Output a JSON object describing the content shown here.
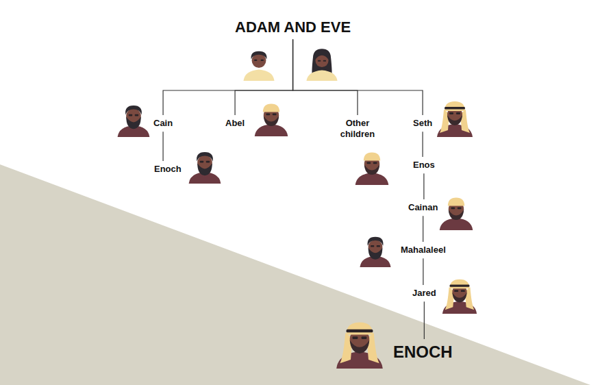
{
  "diagram": {
    "nodes": [
      {
        "text": [
          "ADAM AND EVE"
        ]
      },
      {
        "text": [
          "Cain"
        ]
      },
      {
        "text": [
          "Abel"
        ]
      },
      {
        "text": [
          "Other children"
        ]
      },
      {
        "text": [
          "Seth"
        ]
      },
      {
        "text": [
          "Enoch"
        ]
      },
      {
        "text": [
          "Enos"
        ]
      },
      {
        "text": [
          "Cainan"
        ]
      },
      {
        "text": [
          "Mahalaleel"
        ]
      },
      {
        "text": [
          "Jared"
        ]
      },
      {
        "text": [
          "ENOCH"
        ]
      }
    ],
    "edges": [
      {
        "from": 0,
        "to": 1,
        "arrow": "none"
      },
      {
        "from": 0,
        "to": 2,
        "arrow": "none"
      },
      {
        "from": 0,
        "to": 3,
        "arrow": "none"
      },
      {
        "from": 0,
        "to": 4,
        "arrow": "none"
      },
      {
        "from": 1,
        "to": 5,
        "arrow": "none"
      },
      {
        "from": 4,
        "to": 6,
        "arrow": "none"
      },
      {
        "from": 6,
        "to": 7,
        "arrow": "none"
      },
      {
        "from": 7,
        "to": 8,
        "arrow": "none"
      },
      {
        "from": 8,
        "to": 9,
        "arrow": "none"
      },
      {
        "from": 9,
        "to": 10,
        "arrow": "none"
      }
    ]
  }
}
